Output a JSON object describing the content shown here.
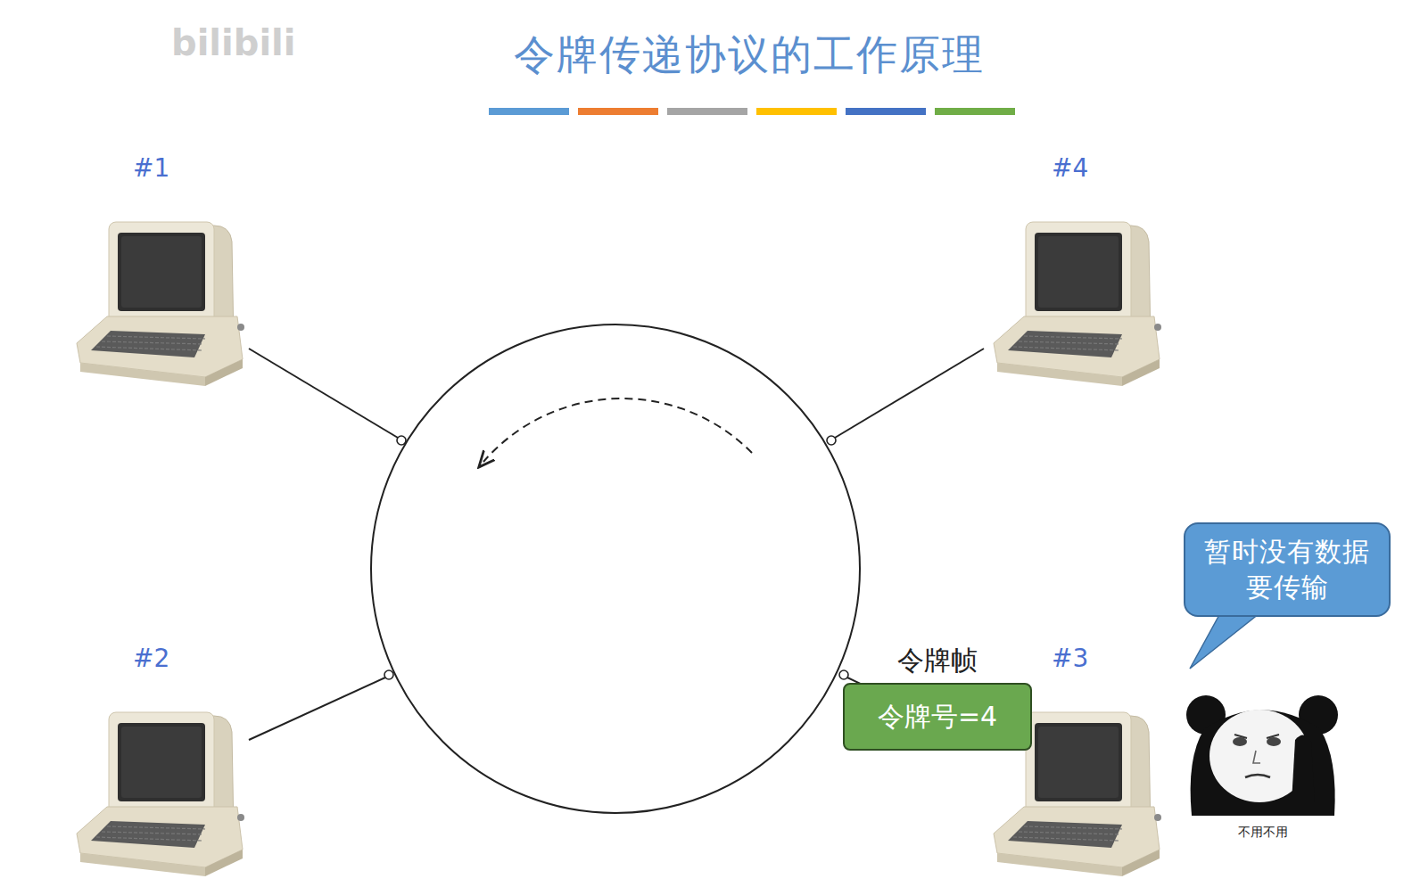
{
  "diagram": {
    "title": "令牌传递协议的工作原理",
    "nodes": [
      {
        "text": [
          "令牌帧",
          "令牌号=4"
        ]
      },
      {
        "text": [
          "暂时没有数据要传输"
        ]
      }
    ],
    "labels": [
      "bilibili",
      "#1",
      "#4",
      "#2",
      "#3",
      "不用不用"
    ]
  }
}
